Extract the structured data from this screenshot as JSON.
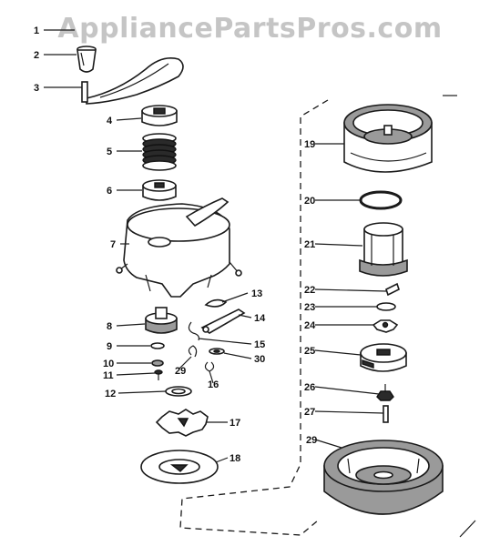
{
  "watermark": "AppliancePartsPros.com",
  "callouts": [
    "1",
    "2",
    "3",
    "4",
    "5",
    "6",
    "7",
    "8",
    "9",
    "10",
    "11",
    "12",
    "13",
    "14",
    "15",
    "16",
    "17",
    "18",
    "19",
    "20",
    "21",
    "22",
    "23",
    "24",
    "25",
    "26",
    "27",
    "29",
    "30"
  ],
  "colors": {
    "ink": "#1a1a1a",
    "watermark": "#969696",
    "background": "#ffffff"
  }
}
